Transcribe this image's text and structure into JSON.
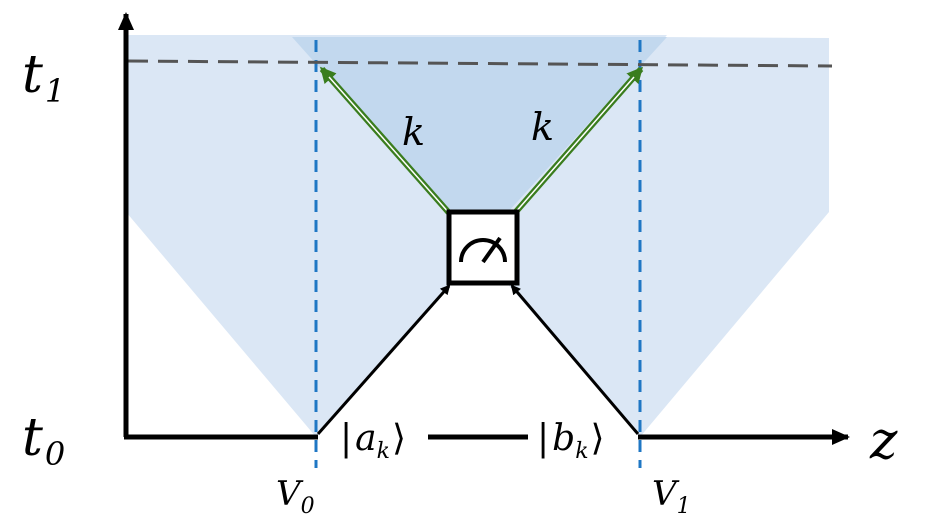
{
  "labels": {
    "t1_main": "t",
    "t1_sub": "1",
    "t0_main": "t",
    "t0_sub": "0",
    "z_axis": "z",
    "v0_main": "V",
    "v0_sub": "0",
    "v1_main": "V",
    "v1_sub": "1",
    "k_left": "k",
    "k_right": "k",
    "ket_a_open": "|",
    "ket_a_main": "a",
    "ket_a_sub": "k",
    "ket_a_close": "⟩",
    "ket_b_open": "|",
    "ket_b_main": "b",
    "ket_b_sub": "k",
    "ket_b_close": "⟩"
  },
  "colors": {
    "light_cone": "#dbe7f5",
    "overlap": "#c2d8ee",
    "axis": "#000000",
    "dashed_time": "#555555",
    "vertical_dashed": "#1f77c4",
    "arrow_green": "#3a7d1e",
    "arrow_black": "#000000"
  },
  "icons": {
    "detector": "meter-gauge-icon"
  }
}
